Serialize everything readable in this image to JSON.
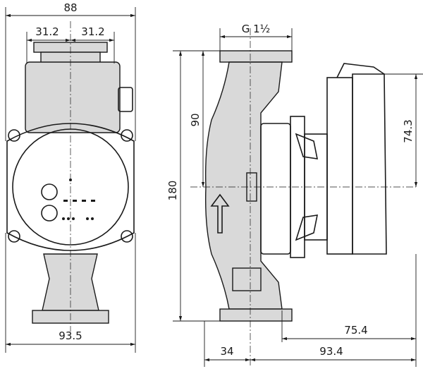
{
  "dimensions": {
    "overall_width_top": "88",
    "half_width_left": "31.2",
    "half_width_right": "31.2",
    "thread_size": "G 1½",
    "half_height": "90",
    "overall_height": "180",
    "motor_height": "74.3",
    "overall_width_bottom": "93.5",
    "motor_depth": "75.4",
    "body_depth": "34",
    "total_depth": "93.4"
  }
}
